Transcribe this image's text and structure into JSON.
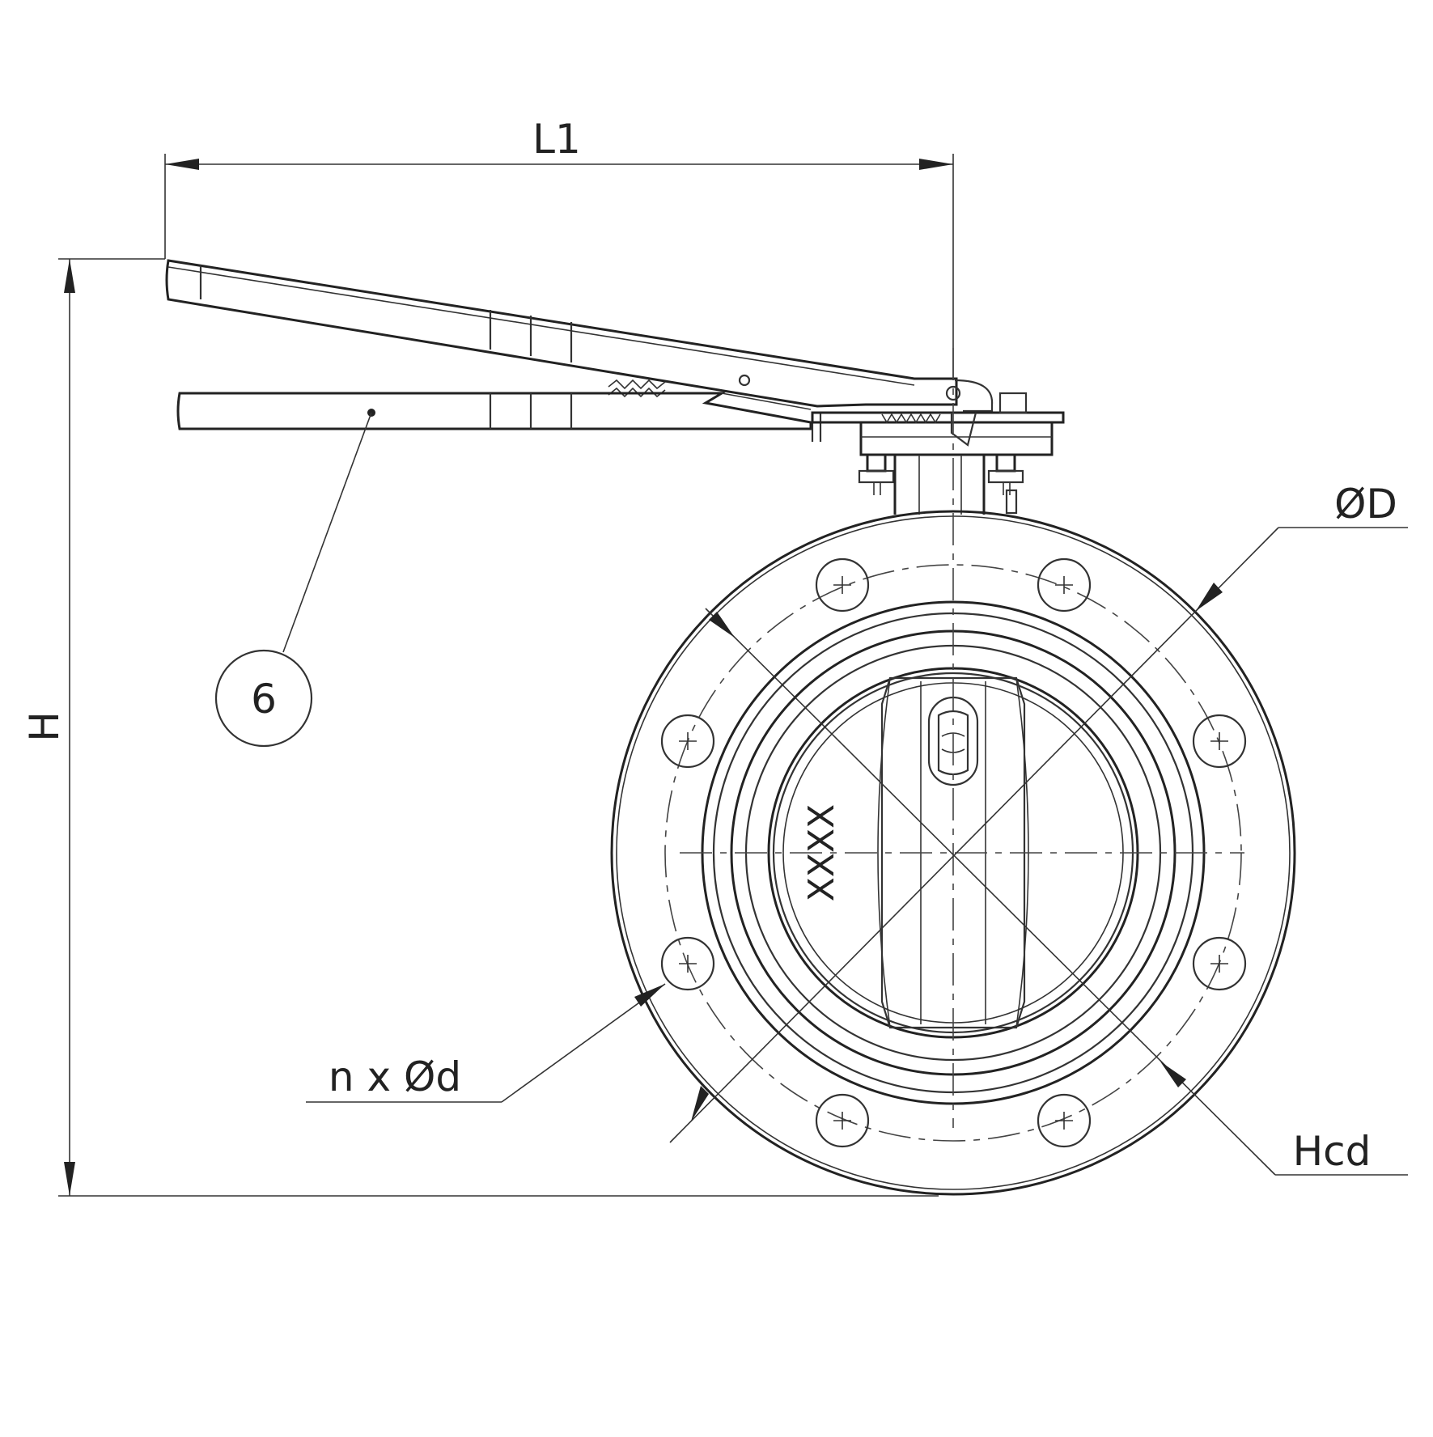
{
  "drawing": {
    "dimension_labels": {
      "l1": "L1",
      "h": "H",
      "od": "ØD",
      "hcd": "Hcd",
      "bolt_holes": "n x Ød"
    },
    "balloon": "6",
    "marking": "XXXX"
  }
}
